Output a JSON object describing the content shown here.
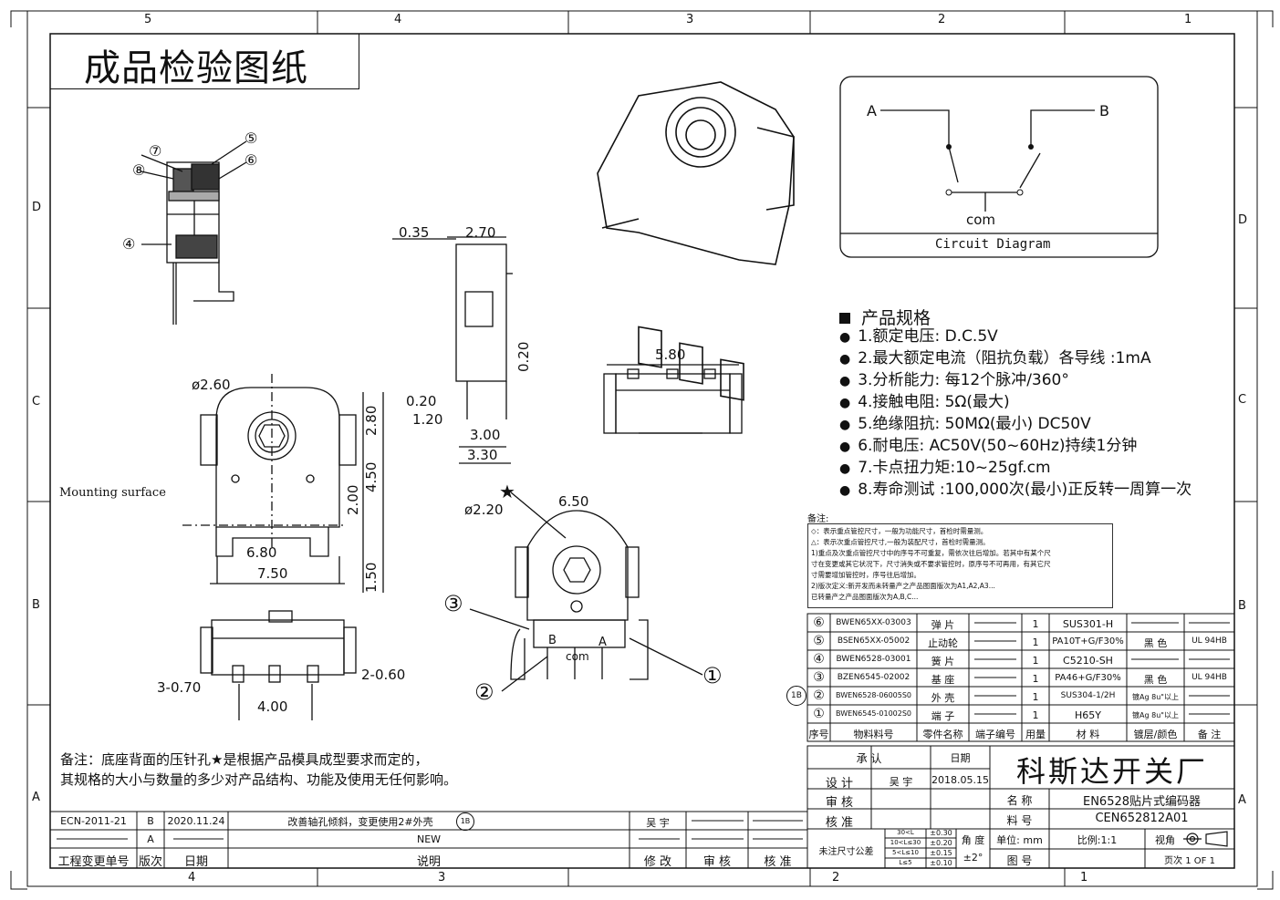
{
  "title": "成品检验图纸",
  "border_top_numbers": [
    "5",
    "4",
    "3",
    "2",
    "1"
  ],
  "border_side_letters": [
    "D",
    "C",
    "B",
    "A"
  ],
  "circuit": {
    "a": "A",
    "b": "B",
    "com": "com",
    "caption": "Circuit Diagram"
  },
  "specs": {
    "heading": "产品规格",
    "items": [
      "1.额定电压:  D.C.5V",
      "2.最大额定电流（阻抗负载）各导线 :1mA",
      "3.分析能力:   每12个脉冲/360°",
      "4.接触电阻:   5Ω(最大)",
      "5.绝缘阻抗:   50MΩ(最小)  DC50V",
      "6.耐电压:   AC50V(50~60Hz)持续1分钟",
      "7.卡点扭力矩:10~25gf.cm",
      "8.寿命测试 :100,000次(最小)正反转一周算一次"
    ]
  },
  "notes_label": "备注:",
  "note_lines": [
    "◇：表示重点管控尺寸，一般为功能尺寸，首检时需量测。",
    "△：表示次重点管控尺寸,一般为装配尺寸，首检时需量测。",
    "1)重点及次重点管控尺寸中的序号不可重复，需依次往后增加。若其中有某个尺",
    "寸在变更或其它状况下，尺寸消失或不要求管控时，原序号不可再用，有其它尺",
    "寸需要增加管控时，序号往后增加。",
    "2)版次定义:新开发而未转量产之产品图面版次为A1,A2,A3...",
    "已转量产之产品图面版次为A,B,C..."
  ],
  "dimensions": {
    "d260": "ø2.60",
    "d220": "ø2.20",
    "d280": "2.80",
    "d450": "4.50",
    "d200": "2.00",
    "d150": "1.50",
    "d680": "6.80",
    "d750": "7.50",
    "d035": "0.35",
    "d270": "2.70",
    "d020a": "0.20",
    "d020b": "0.20",
    "d120": "1.20",
    "d300": "3.00",
    "d330": "3.30",
    "d580": "5.80",
    "d650": "6.50",
    "d3070": "3-0.70",
    "d2060": "2-0.60",
    "d400": "4.00",
    "mounting": "Mounting surface"
  },
  "part_labels": {
    "b": "B",
    "a": "A",
    "com": "com",
    "n1": "①",
    "n2": "②",
    "n3": "③",
    "n4": "④",
    "n5": "⑤",
    "n6": "⑥",
    "n7": "⑦",
    "n8": "⑧",
    "star": "★"
  },
  "bom": [
    {
      "no": "⑥",
      "code": "BWEN65XX-03003",
      "name": "弹  片",
      "qty": "1",
      "material": "SUS301-H",
      "color": "",
      "spec": ""
    },
    {
      "no": "⑤",
      "code": "BSEN65XX-05002",
      "name": "止动轮",
      "qty": "1",
      "material": "PA10T+G/F30%",
      "color": "黑  色",
      "spec": "UL 94HB"
    },
    {
      "no": "④",
      "code": "BWEN6528-03001",
      "name": "簧  片",
      "qty": "1",
      "material": "C5210-SH",
      "color": "",
      "spec": ""
    },
    {
      "no": "③",
      "code": "BZEN6545-02002",
      "name": "基  座",
      "qty": "1",
      "material": "PA46+G/F30%",
      "color": "黑  色",
      "spec": "UL 94HB"
    },
    {
      "no": "②",
      "code": "BWEN6528-06005S0",
      "name": "外  壳",
      "qty": "1",
      "material": "SUS304-1/2H",
      "color": "镀Ag 8u\"以上",
      "spec": ""
    },
    {
      "no": "①",
      "code": "BWEN6545-01002S0",
      "name": "端  子",
      "qty": "1",
      "material": "H65Y",
      "color": "镀Ag 8u\"以上",
      "spec": ""
    }
  ],
  "bom_header": [
    "序号",
    "物料料号",
    "零件名称",
    "端子编号",
    "用量",
    "材    料",
    "镀层/颜色",
    "备  注"
  ],
  "rev_mark": "1B",
  "bottom_note": [
    "备注：底座背面的压针孔★是根据产品模具成型要求而定的，",
    "其规格的大小与数量的多少对产品结构、功能及使用无任何影响。"
  ],
  "revision": {
    "rows": [
      {
        "ecn": "ECN-2011-21",
        "ver": "B",
        "date": "2020.11.24",
        "desc": "改善轴孔倾斜，变更使用2#外壳",
        "by": "吴 宇"
      },
      {
        "ecn": "",
        "ver": "A",
        "date": "",
        "desc": "NEW",
        "by": ""
      }
    ],
    "header": [
      "工程变更单号",
      "版次",
      "日期",
      "说明",
      "修  改",
      "审  核",
      "核  准"
    ]
  },
  "titleblock": {
    "approve": "承    认",
    "date_label": "日期",
    "design": "设    计",
    "designer": "吴 宇",
    "design_date": "2018.05.15",
    "review": "审  核",
    "approve2": "核  准",
    "company": "科斯达开关厂",
    "name_label": "名    称",
    "name": "EN6528贴片式编码器",
    "partno_label": "料    号",
    "partno": "CEN652812A01",
    "unit": "单位: mm",
    "scale": "比例:1:1",
    "view": "视角",
    "drawing_label": "图    号",
    "page": "页次 1 OF 1",
    "tol_label": "未注尺寸公差",
    "tol_rows": [
      [
        "30<L",
        "±0.30"
      ],
      [
        "10<L≤30",
        "±0.20"
      ],
      [
        "5<L≤10",
        "±0.15"
      ],
      [
        "L≤5",
        "±0.10"
      ]
    ],
    "angle_label": "角 度",
    "angle": "±2°"
  }
}
